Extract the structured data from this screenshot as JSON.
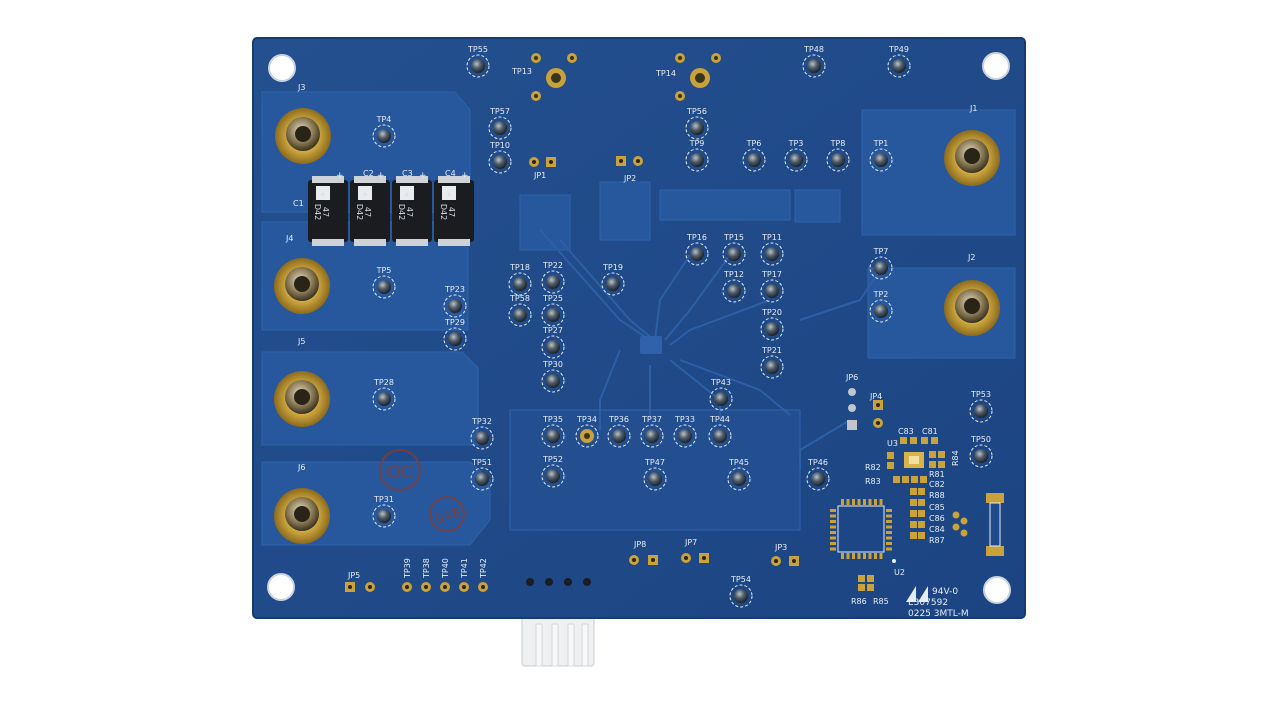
{
  "board": {
    "colors": {
      "soldermask": "#1f4a8c",
      "copper_pour": "#265498",
      "silkscreen": "#e6edf7",
      "gold": "#c9a23a",
      "background": "#ffffff"
    },
    "sma_connectors": [
      "J1",
      "J2",
      "J3",
      "J4",
      "J5",
      "J6"
    ],
    "test_points": [
      "TP1",
      "TP2",
      "TP3",
      "TP4",
      "TP5",
      "TP6",
      "TP7",
      "TP8",
      "TP9",
      "TP10",
      "TP11",
      "TP12",
      "TP13",
      "TP14",
      "TP15",
      "TP16",
      "TP17",
      "TP18",
      "TP19",
      "TP20",
      "TP21",
      "TP22",
      "TP23",
      "TP25",
      "TP27",
      "TP28",
      "TP29",
      "TP30",
      "TP31",
      "TP32",
      "TP33",
      "TP34",
      "TP35",
      "TP36",
      "TP37",
      "TP38",
      "TP39",
      "TP40",
      "TP41",
      "TP42",
      "TP43",
      "TP44",
      "TP45",
      "TP46",
      "TP47",
      "TP48",
      "TP49",
      "TP50",
      "TP51",
      "TP52",
      "TP53",
      "TP54",
      "TP55",
      "TP56",
      "TP57",
      "TP58"
    ],
    "jumpers": [
      "JP1",
      "JP2",
      "JP3",
      "JP4",
      "JP5",
      "JP6",
      "JP7",
      "JP8"
    ],
    "capacitors": [
      {
        "ref": "C1",
        "marking": [
          "47",
          "D42"
        ]
      },
      {
        "ref": "C2",
        "marking": [
          "47",
          "D42"
        ]
      },
      {
        "ref": "C3",
        "marking": [
          "47",
          "D42"
        ]
      },
      {
        "ref": "C4",
        "marking": [
          "47",
          "D42"
        ]
      }
    ],
    "chips": [
      "U2",
      "U3"
    ],
    "passives": [
      "C81",
      "C82",
      "C83",
      "C84",
      "C85",
      "C86",
      "R81",
      "R82",
      "R83",
      "R84",
      "R85",
      "R86",
      "R87",
      "R88"
    ],
    "markings": {
      "ul_rating": "94V-0",
      "ul_file": "E307592",
      "date_code": "0225 3MTL-M"
    },
    "stamps": [
      "OC",
      "0A8"
    ]
  }
}
